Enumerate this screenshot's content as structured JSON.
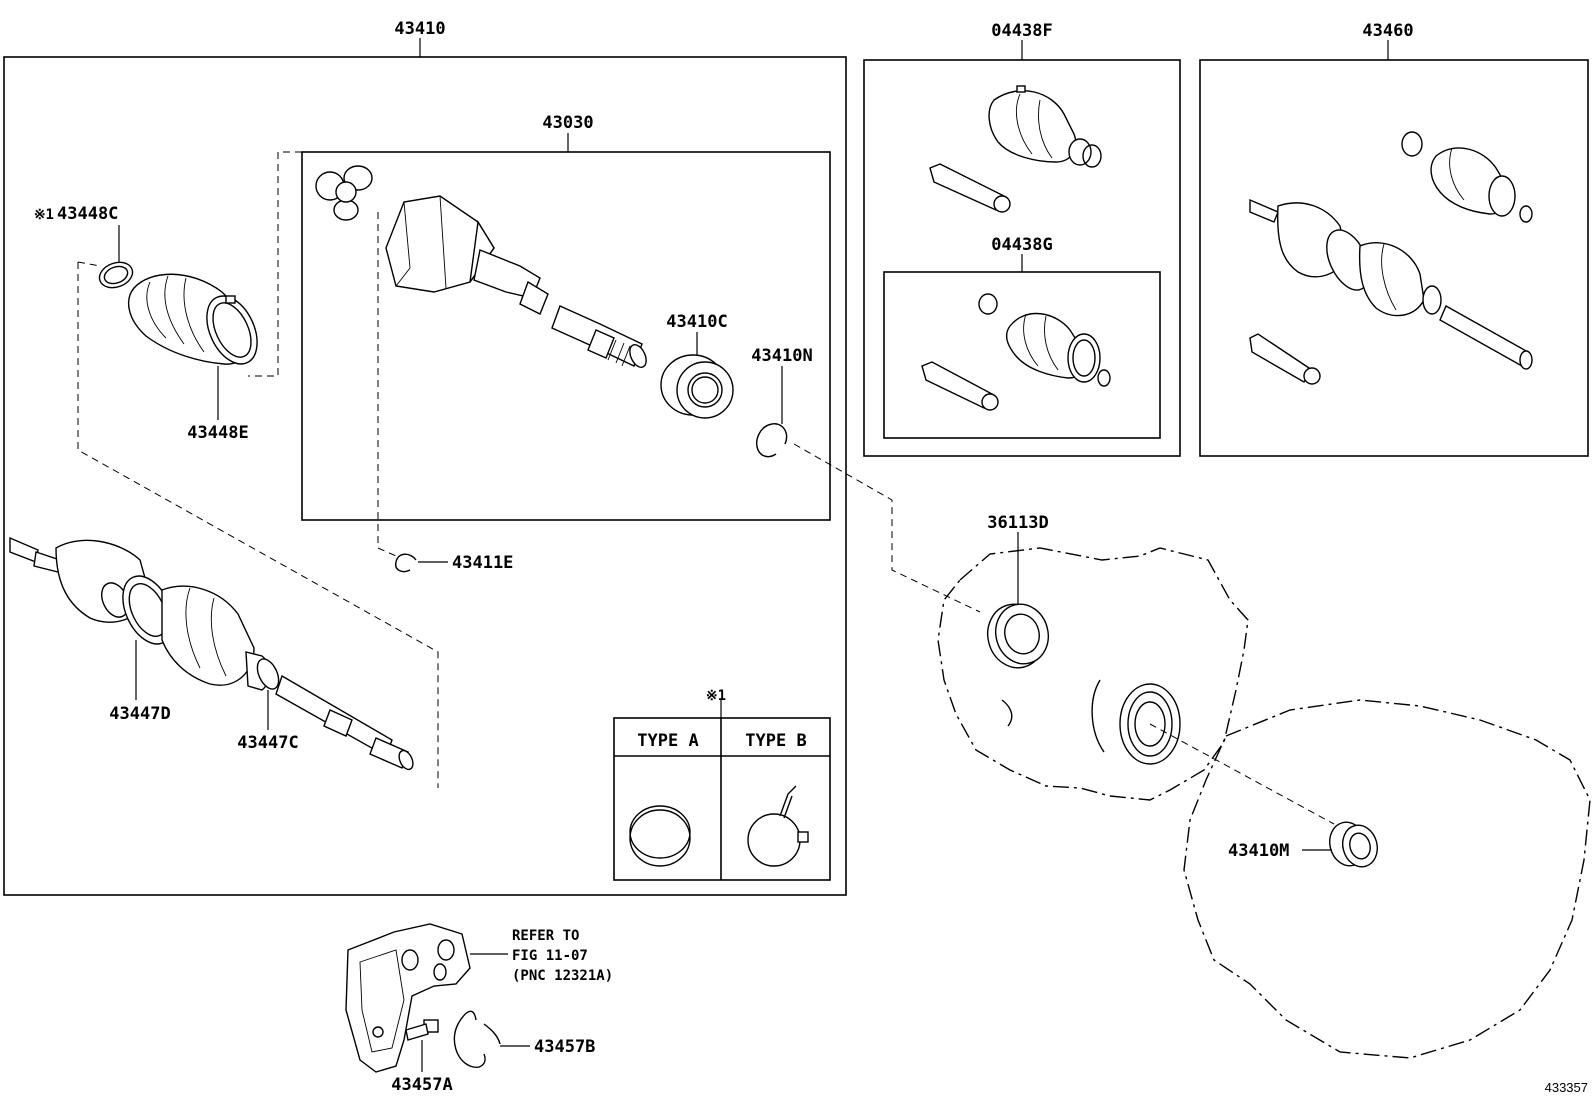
{
  "labels": {
    "assembly": "43410",
    "inboard_joint": "43030",
    "boot_kit_f": "04438F",
    "boot_kit_g": "04438G",
    "outboard_joint": "43460",
    "clamp_marker": "※1",
    "clamp": "43448C",
    "boot_inner": "43448E",
    "bearing": "43410C",
    "snap_ring": "43410N",
    "circlip": "43411E",
    "boot_outer": "43447D",
    "boot_clamp_outer": "43447C",
    "oil_seal": "36113D",
    "seal_m": "43410M",
    "bracket_bolt": "43457A",
    "bracket_ring": "43457B",
    "refer_line1": "REFER TO",
    "refer_line2": "FIG 11-07",
    "refer_line3": "(PNC 12321A)",
    "figure_id": "433357"
  },
  "clamp_types": {
    "marker": "※1",
    "type_a": "TYPE A",
    "type_b": "TYPE B"
  }
}
